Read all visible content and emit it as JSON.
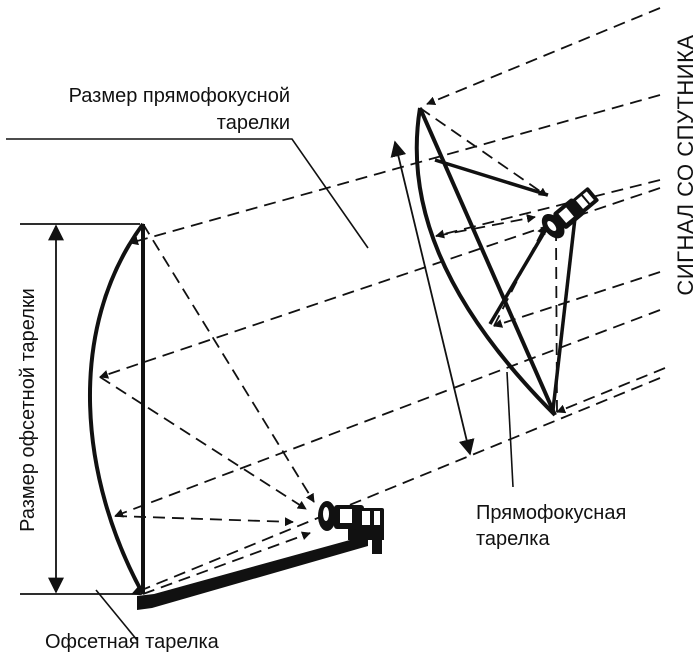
{
  "labels": {
    "prime_focus_size_line1": "Размер прямофокусной",
    "prime_focus_size_line2": "тарелки",
    "offset_size": "Размер офсетной тарелки",
    "satellite_signal": "СИГНАЛ СО СПУТНИКА",
    "prime_focus_dish_line1": "Прямофокусная",
    "prime_focus_dish_line2": "тарелка",
    "offset_dish": "Офсетная тарелка"
  },
  "colors": {
    "ink": "#111111",
    "background": "#ffffff"
  },
  "icons": {
    "offset_feed": "lnb-converter-icon",
    "prime_feed": "lnb-converter-icon"
  }
}
